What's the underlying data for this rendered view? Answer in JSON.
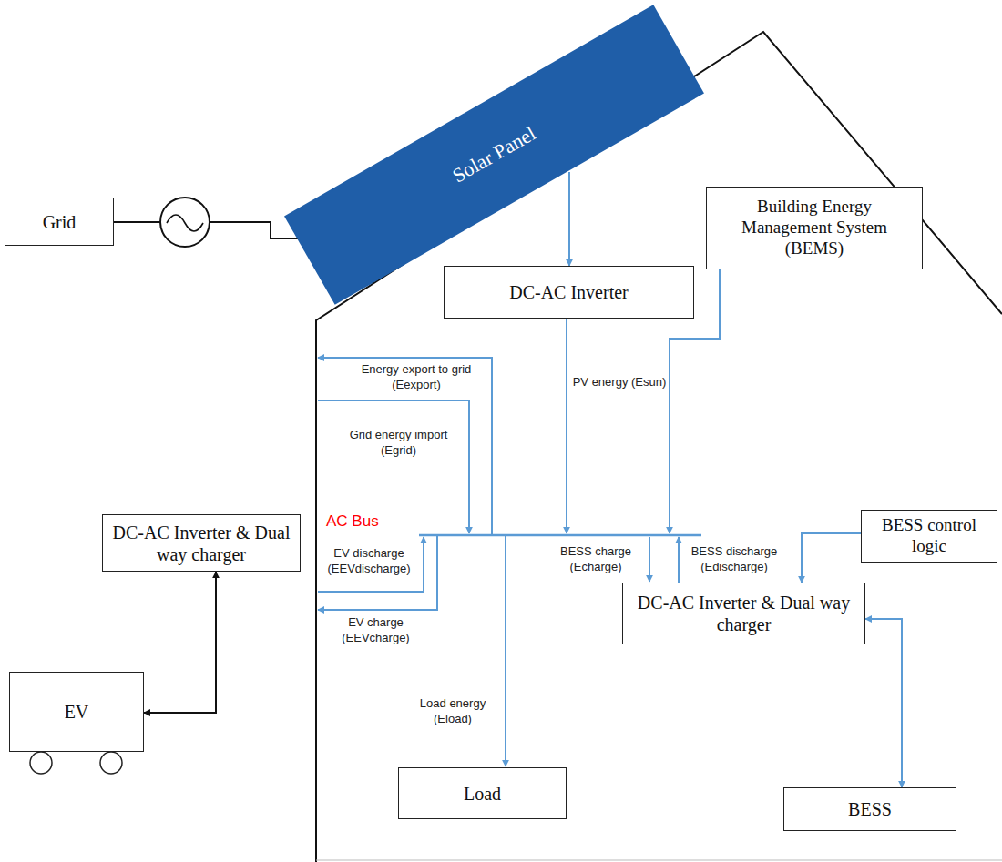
{
  "diagram": {
    "nodes": [
      {
        "text": [
          "Solar Panel"
        ]
      },
      {
        "text": [
          "Grid"
        ]
      },
      {
        "text": [
          "DC-AC Inverter"
        ]
      },
      {
        "text": [
          "Building Energy Management System (BEMS)"
        ]
      },
      {
        "text": [
          "BESS control logic"
        ]
      },
      {
        "text": [
          "DC-AC Inverter & Dual way charger"
        ]
      },
      {
        "text": [
          "DC-AC Inverter & Dual way charger"
        ]
      },
      {
        "text": [
          "EV"
        ]
      },
      {
        "text": [
          "Load"
        ]
      },
      {
        "text": [
          "BESS"
        ]
      }
    ],
    "edges": [
      {
        "from": 0,
        "to": 2,
        "arrow": "to"
      },
      {
        "from": 4,
        "to": 6,
        "arrow": "to"
      },
      {
        "from": 5,
        "to": 7,
        "arrow": "both"
      },
      {
        "from": 6,
        "to": 9,
        "arrow": "both"
      }
    ],
    "labels": [
      "AC Bus",
      "Energy export to grid (Eexport)",
      "Grid energy import (Egrid)",
      "PV energy (Esun)",
      "EV discharge (EEVdischarge)",
      "EV charge (EEVcharge)",
      "BESS charge (Echarge)",
      "BESS discharge (Edischarge)",
      "Load energy (Eload)"
    ]
  }
}
